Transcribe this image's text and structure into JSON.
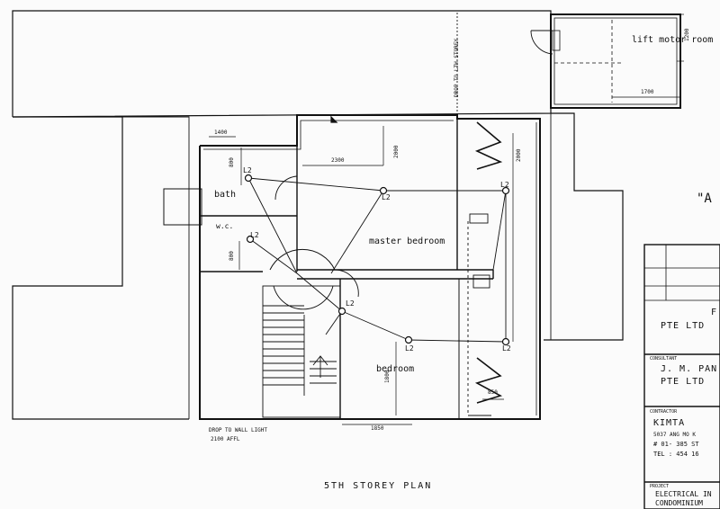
{
  "drawing": {
    "plan_title": "5TH STOREY PLAN",
    "note_drop_lift": "DROP TO LTH STOREY",
    "note_drop_wall_line1": "DROP TO WALL LIGHT",
    "note_drop_wall_line2": "2100 AFFL",
    "corner_mark": "\"A"
  },
  "rooms": {
    "lift_motor": "lift motor room",
    "bath": "bath",
    "wc": "w.c.",
    "master_bedroom": "master bedroom",
    "bedroom": "bedroom"
  },
  "dimensions": {
    "d1200": "1200",
    "d1700": "1700",
    "d1400": "1400",
    "d2300": "2300",
    "d2000a": "2000",
    "d2000b": "2000",
    "d800a": "800",
    "d800b": "800",
    "d1800": "1800",
    "d850": "850",
    "d1850": "1850"
  },
  "lights": {
    "label": "L2"
  },
  "title_block": {
    "box1_line1": "F",
    "box1_line2": "PTE LTD",
    "consultant_label": "CONSULTANT",
    "consultant_line1": "J. M. PAN",
    "consultant_line2": "PTE LTD",
    "contractor_label": "CONTRACTOR",
    "contractor_name": "KIMTA",
    "contractor_addr": "5037 ANG MO K",
    "contractor_unit": "# 01- 385 ST",
    "contractor_tel": "TEL : 454 16",
    "project_label": "PROJECT",
    "project_line1": "ELECTRICAL IN",
    "project_line2": "CONDOMINIUM"
  }
}
